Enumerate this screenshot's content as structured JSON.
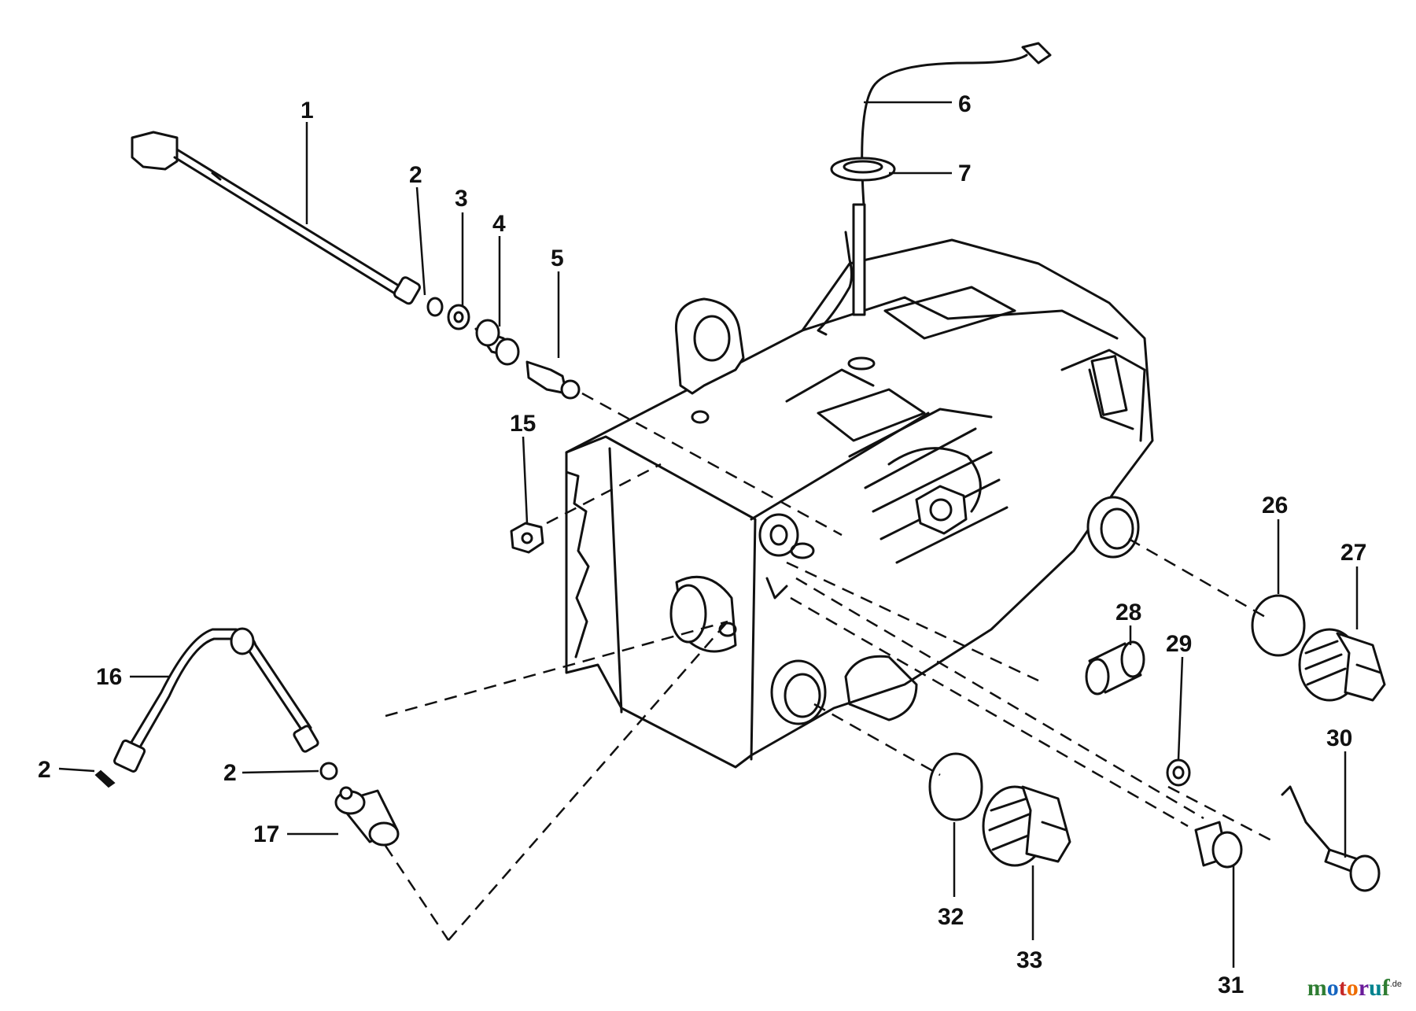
{
  "callouts": {
    "p1": "1",
    "p2a": "2",
    "p3": "3",
    "p4": "4",
    "p5": "5",
    "p6": "6",
    "p7": "7",
    "p15": "15",
    "p16": "16",
    "p2b": "2",
    "p2c": "2",
    "p17": "17",
    "p26": "26",
    "p27": "27",
    "p28": "28",
    "p29": "29",
    "p30": "30",
    "p31": "31",
    "p32": "32",
    "p33": "33"
  },
  "watermark": {
    "letters": [
      "m",
      "o",
      "t",
      "o",
      "r",
      "u",
      "f"
    ],
    "colors": [
      "#2e7d32",
      "#1565c0",
      "#c62828",
      "#ef6c00",
      "#6a1b9a",
      "#00838f",
      "#2e7d32"
    ],
    "suffix": ".de"
  }
}
